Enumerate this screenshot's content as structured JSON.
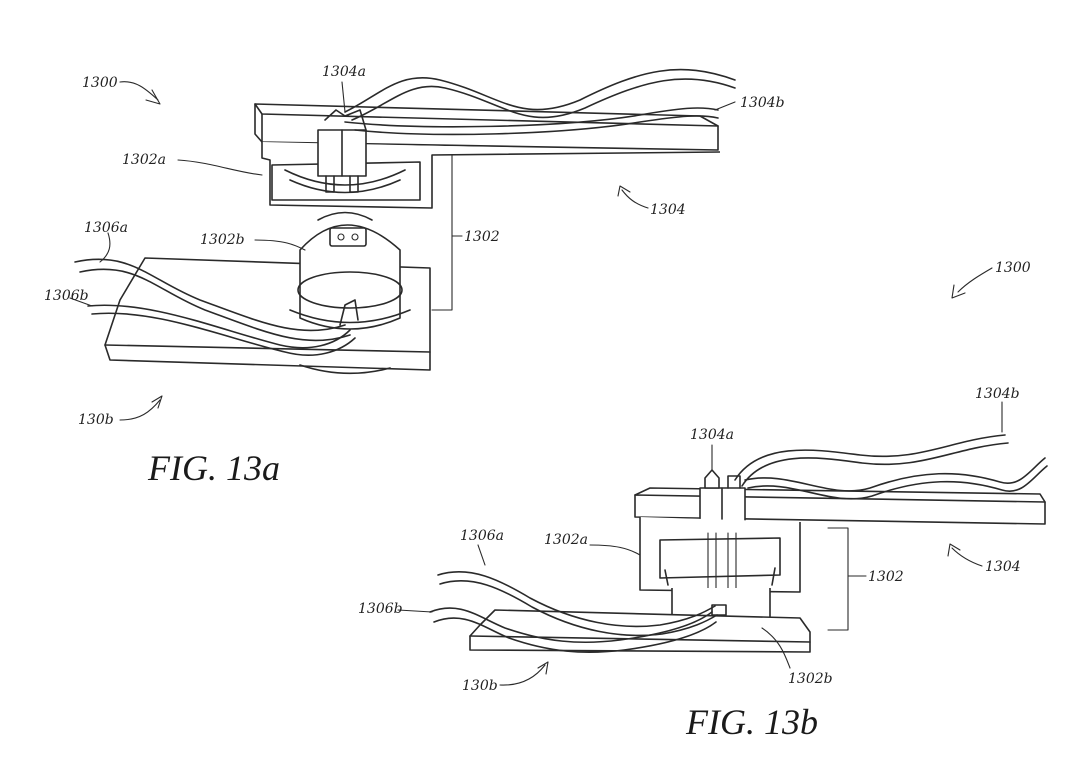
{
  "figures": [
    {
      "caption": "FIG. 13a",
      "labels": {
        "assembly": "1300",
        "top_connector": "1304a",
        "top_cable": "1304b",
        "upper_housing": "1302a",
        "cable_assembly": "1304",
        "lower_housing": "1302b",
        "connector": "1302",
        "cable_a": "1306a",
        "cable_b": "1306b",
        "base": "130b"
      }
    },
    {
      "caption": "FIG. 13b",
      "labels": {
        "assembly": "1300",
        "top_cable": "1304b",
        "top_connector": "1304a",
        "cable_a": "1306a",
        "upper_housing": "1302a",
        "cable_assembly": "1304",
        "connector": "1302",
        "cable_b": "1306b",
        "lower_housing": "1302b",
        "base": "130b"
      }
    }
  ]
}
